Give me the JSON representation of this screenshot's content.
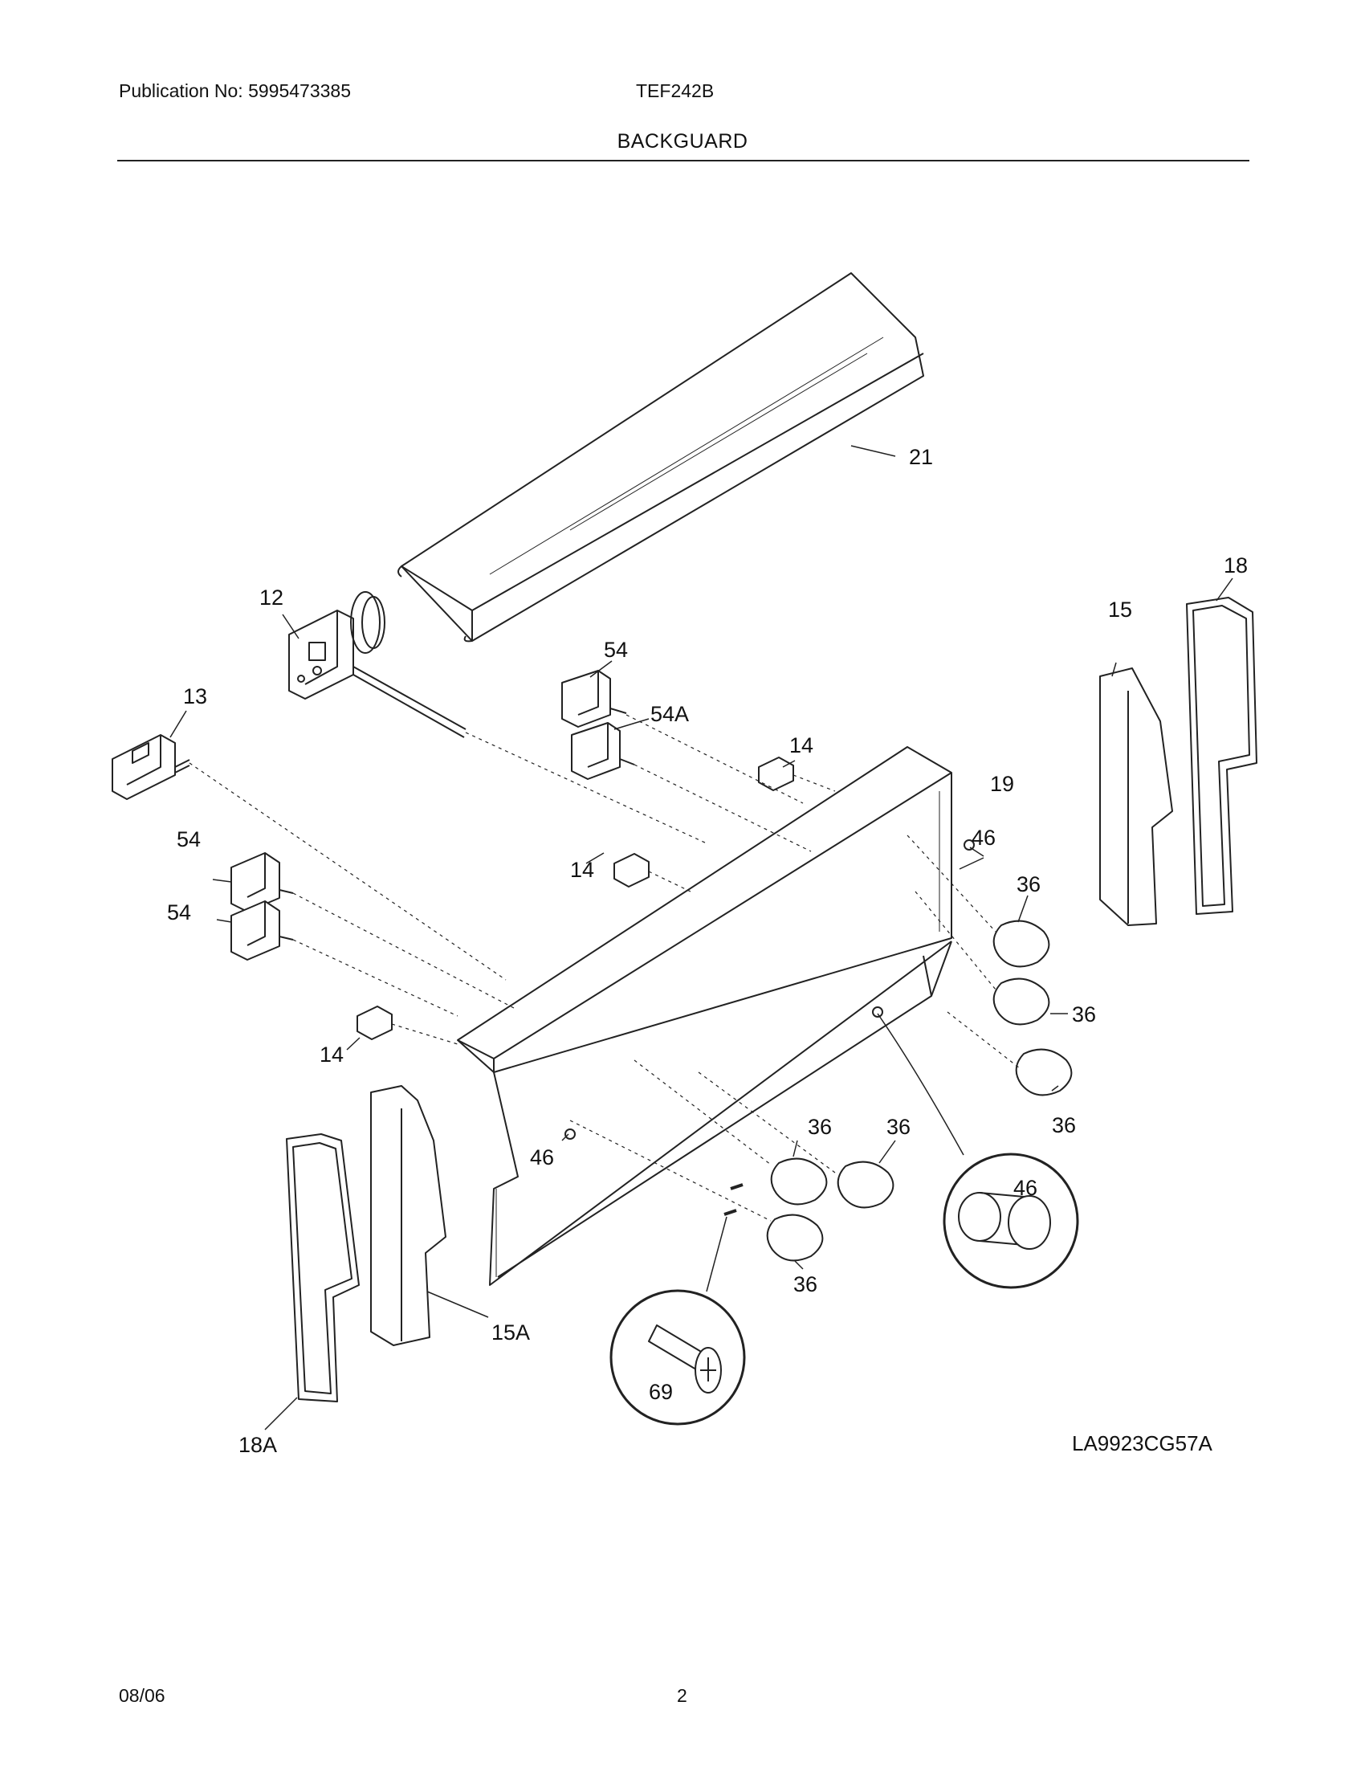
{
  "header": {
    "publication": "Publication No: 5995473385",
    "model": "TEF242B",
    "section_title": "BACKGUARD"
  },
  "diagram": {
    "labels": {
      "p21": "21",
      "p12": "12",
      "p13": "13",
      "p54_top": "54",
      "p54a": "54A",
      "p54_mid": "54",
      "p54_low": "54",
      "p14_top": "14",
      "p14_mid": "14",
      "p14_low": "14",
      "p19": "19",
      "p15": "15",
      "p18": "18",
      "p46_right": "46",
      "p46_left": "46",
      "p46_detail": "46",
      "p36_a": "36",
      "p36_b": "36",
      "p36_c": "36",
      "p36_d": "36",
      "p36_e": "36",
      "p36_f": "36",
      "p69_detail": "69",
      "p15a": "15A",
      "p18a": "18A"
    },
    "drawing_code": "LA9923CG57A"
  },
  "footer": {
    "date": "08/06",
    "page": "2"
  }
}
